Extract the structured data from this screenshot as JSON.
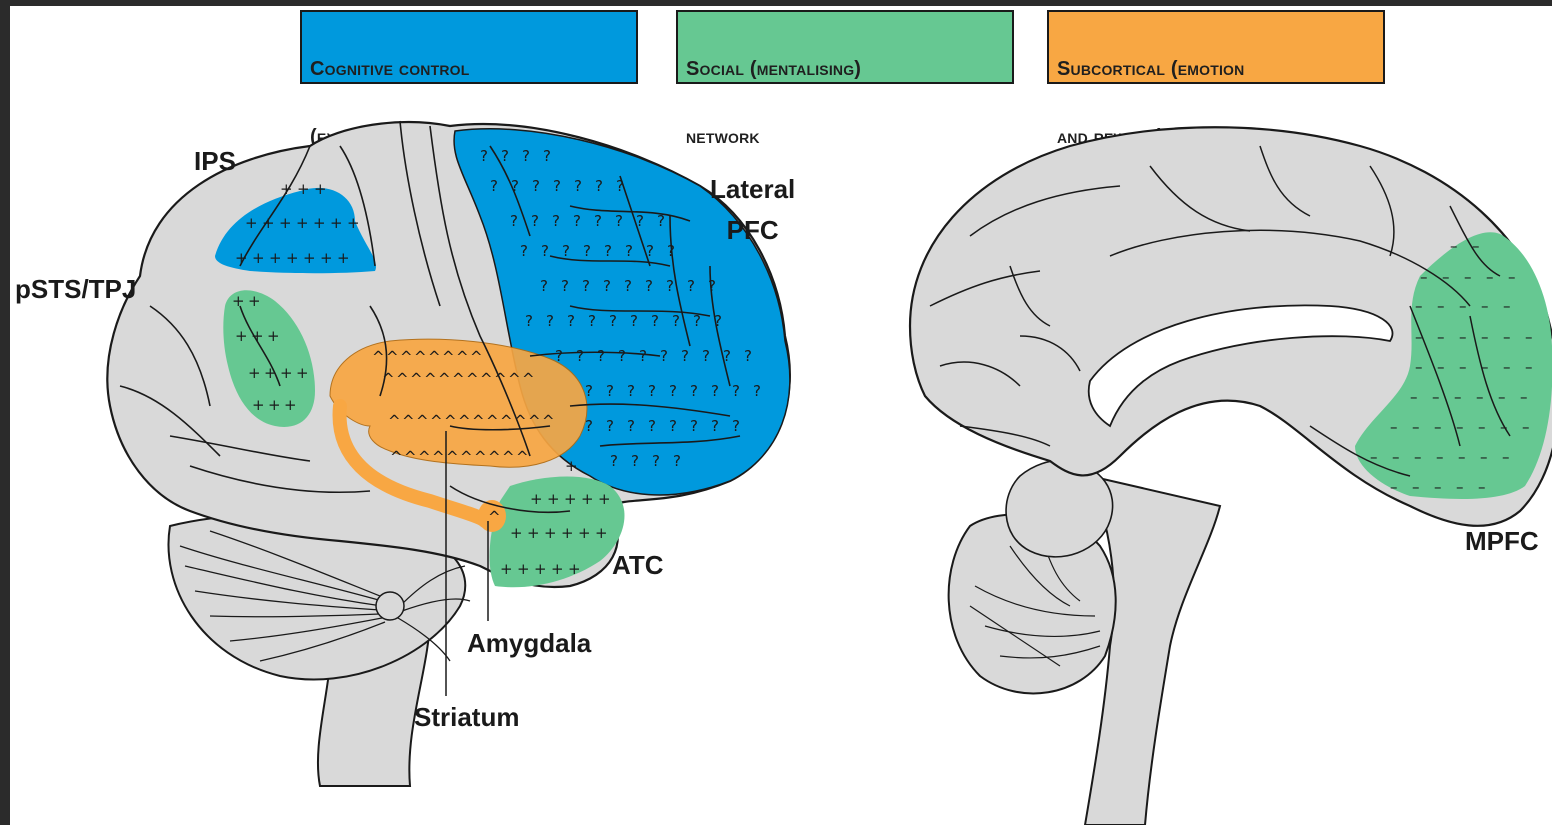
{
  "legend": {
    "executive": {
      "line1": "Cognitive control",
      "line2": "(executive) network",
      "color": "#0099dd"
    },
    "social": {
      "line1": "Social (mentalising)",
      "line2": "network",
      "color": "#66c892"
    },
    "subcortical": {
      "line1": "Subcortical (emotion",
      "line2": "and reward) network",
      "color": "#f8a743"
    }
  },
  "labels": {
    "ips": "IPS",
    "lateral_pfc": "Lateral\nPFC",
    "psts_tpj": "pSTS/TPJ",
    "atc": "ATC",
    "amygdala": "Amygdala",
    "striatum": "Striatum",
    "mpfc": "MPFC"
  },
  "symbols": {
    "executive": "?",
    "social": "+",
    "subcortical": "^",
    "mpfc": "–"
  },
  "colors": {
    "brain_fill": "#d9d9d9",
    "outline": "#1a1a1a",
    "background": "#2b2b2b"
  }
}
